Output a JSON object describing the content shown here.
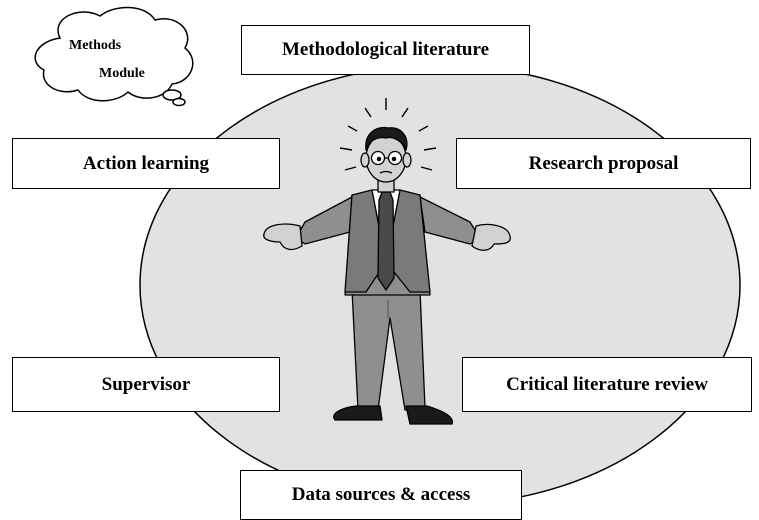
{
  "cloud": {
    "line1": "Methods",
    "line2": "Module"
  },
  "boxes": {
    "methodological_literature": "Methodological literature",
    "action_learning": "Action learning",
    "research_proposal": "Research proposal",
    "supervisor": "Supervisor",
    "critical_literature_review": "Critical literature review",
    "data_sources": "Data sources & access"
  },
  "colors": {
    "circle_fill": "#e2e2e2",
    "suit": "#8f8f8f",
    "suit_dark": "#5f5f5f",
    "tie": "#4a4a4a",
    "skin": "#d2d2d2"
  }
}
